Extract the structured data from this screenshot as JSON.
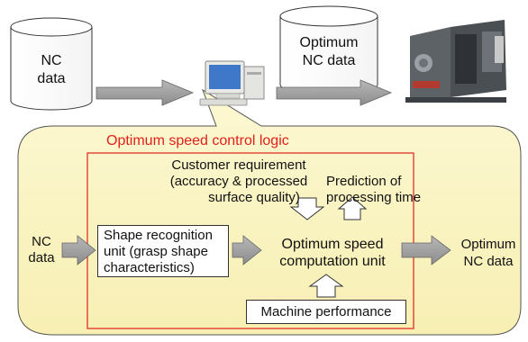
{
  "top": {
    "nc_data_line1": "NC",
    "nc_data_line2": "data",
    "optimum_line1": "Optimum",
    "optimum_line2": "NC data"
  },
  "logic": {
    "title": "Optimum speed control logic",
    "customer_req_line1": "Customer requirement",
    "customer_req_line2": "(accuracy & processed",
    "customer_req_line3": "surface quality)",
    "prediction_line1": "Prediction of",
    "prediction_line2": "processing time",
    "input_line1": "NC",
    "input_line2": "data",
    "shape_line1": "Shape recognition",
    "shape_line2": "unit (grasp shape",
    "shape_line3": "characteristics)",
    "computation_line1": "Optimum speed",
    "computation_line2": "computation unit",
    "output_line1": "Optimum",
    "output_line2": "NC data",
    "machine_performance": "Machine performance"
  },
  "colors": {
    "callout_fill": "#fbf6c9",
    "title_red": "#e0201b",
    "frame_red": "#e0201b",
    "arrow_gray": "#9a9a9a"
  },
  "icons": {
    "computer": "computer-icon",
    "machine": "machining-center-image"
  }
}
